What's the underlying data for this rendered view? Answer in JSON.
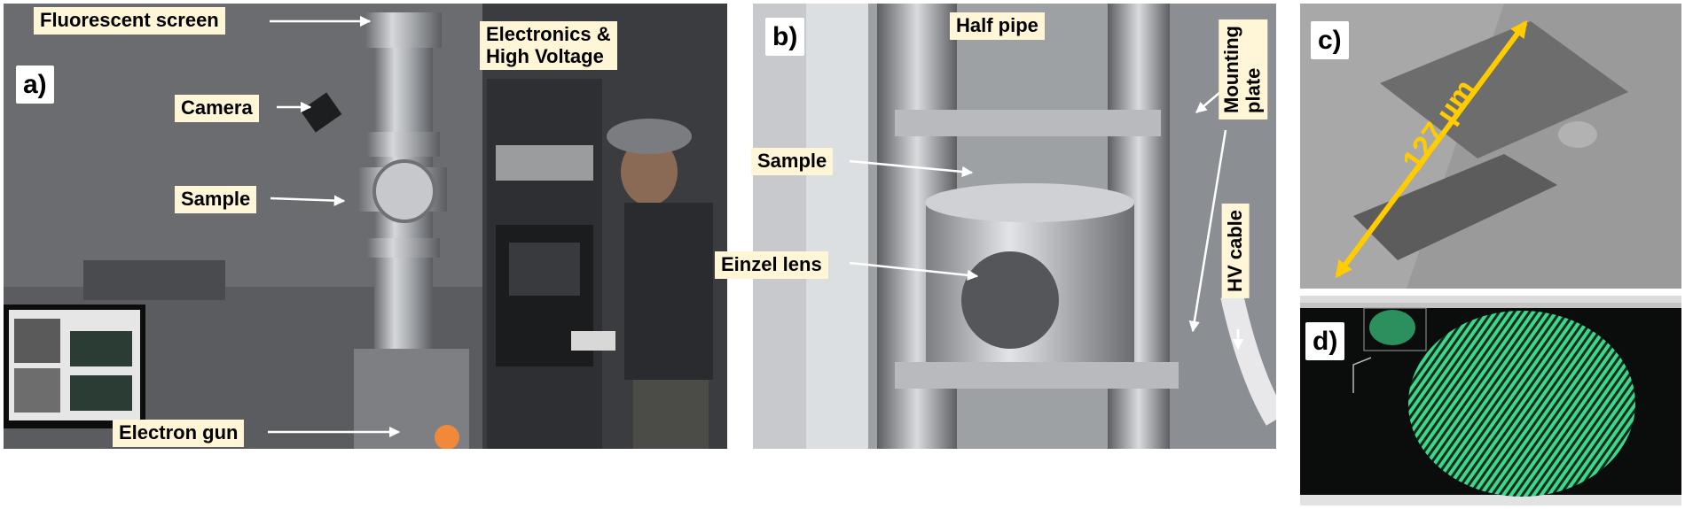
{
  "panels": {
    "a": {
      "letter": "a)"
    },
    "b": {
      "letter": "b)"
    },
    "c": {
      "letter": "c)"
    },
    "d": {
      "letter": "d)"
    }
  },
  "callouts": {
    "fluorescent_screen": "Fluorescent screen",
    "electronics": "Electronics &\nHigh Voltage",
    "camera": "Camera",
    "sample_a": "Sample",
    "electron_gun": "Electron gun",
    "half_pipe": "Half pipe",
    "sample_b": "Sample",
    "einzel_lens": "Einzel lens",
    "mounting_plate": "Mounting\nplate",
    "hv_cable": "HV cable"
  },
  "scale_bar": {
    "label": "127 µm"
  },
  "colors": {
    "callout_bg": "#fff6d8",
    "scale_bar": "#ffcc00",
    "phosphor": "#3ed68a"
  }
}
